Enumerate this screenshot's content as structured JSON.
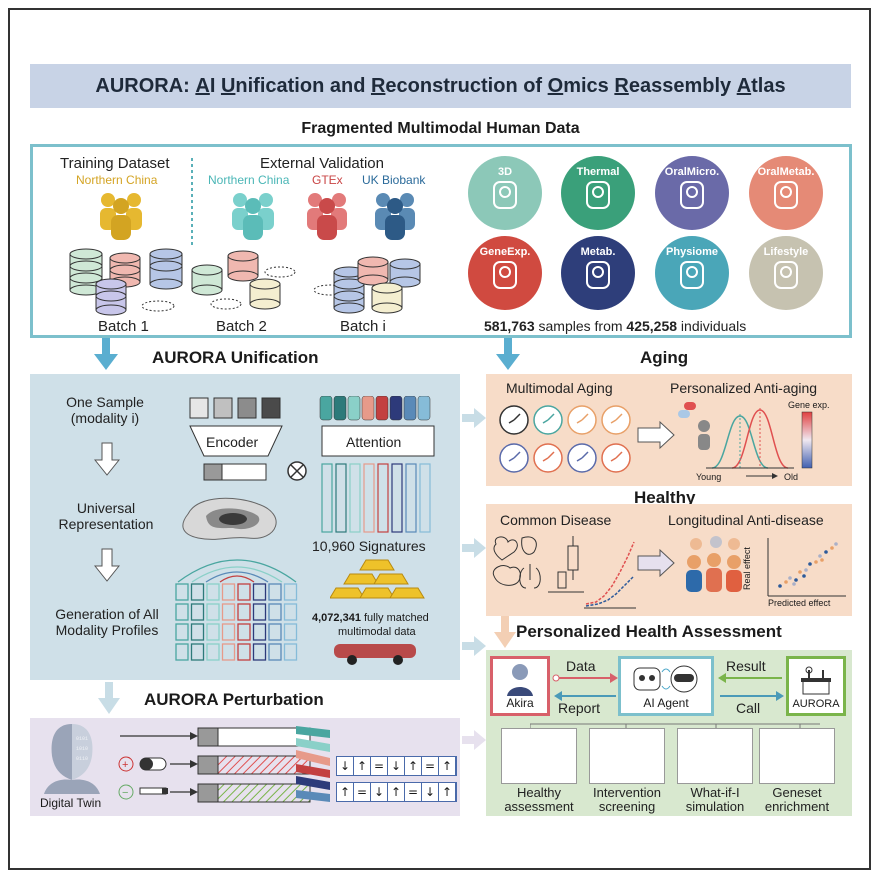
{
  "title": {
    "parts": [
      {
        "t": "AURORA: ",
        "u": false
      },
      {
        "t": "A",
        "u": true
      },
      {
        "t": "I ",
        "u": false
      },
      {
        "t": "U",
        "u": true
      },
      {
        "t": "nification and ",
        "u": false
      },
      {
        "t": "R",
        "u": true
      },
      {
        "t": "econstruction of ",
        "u": false
      },
      {
        "t": "O",
        "u": true
      },
      {
        "t": "mics ",
        "u": false
      },
      {
        "t": "R",
        "u": true
      },
      {
        "t": "eassembly ",
        "u": false
      },
      {
        "t": "A",
        "u": true
      },
      {
        "t": "tlas",
        "u": false
      }
    ]
  },
  "fragmented": {
    "heading": "Fragmented Multimodal Human Data",
    "training_label": "Training Dataset",
    "training_cohort": "Northern China",
    "external_label": "External Validation",
    "external_cohorts": [
      "Northern China",
      "GTEx",
      "UK Biobank"
    ],
    "batches": [
      "Batch 1",
      "Batch 2",
      "Batch i"
    ],
    "modalities": [
      {
        "label": "3D",
        "color": "#8cc8b8",
        "icon": "face-scan-icon"
      },
      {
        "label": "Thermal",
        "color": "#3aa07a",
        "icon": "thermal-face-icon"
      },
      {
        "label": "OralMicro.",
        "color": "#6a6aa8",
        "icon": "mouth-icon"
      },
      {
        "label": "OralMetab.",
        "color": "#e58a76",
        "icon": "molecule-icon"
      },
      {
        "label": "GeneExp.",
        "color": "#d04a40",
        "icon": "dna-icon"
      },
      {
        "label": "Metab.",
        "color": "#2e3e7a",
        "icon": "test-tube-icon"
      },
      {
        "label": "Physiome",
        "color": "#4aa6b8",
        "icon": "stethoscope-icon"
      },
      {
        "label": "Lifestyle",
        "color": "#c6c2b0",
        "icon": "clipboard-icon"
      }
    ],
    "samples_count": "581,763",
    "samples_text": " samples from ",
    "individuals_count": "425,258",
    "individuals_text": " individuals"
  },
  "unification": {
    "heading": "AURORA Unification",
    "step1": "One Sample\n(modality i)",
    "step2": "Universal\nRepresentation",
    "step3": "Generation of All\nModality Profiles",
    "encoder": "Encoder",
    "attention": "Attention",
    "signatures": "10,960 Signatures",
    "matched_count": "4,072,341",
    "matched_text": " fully matched",
    "matched_text2": "multimodal data"
  },
  "perturbation": {
    "heading": "AURORA Perturbation",
    "digital_twin": "Digital Twin",
    "row1": [
      "↓",
      "↑",
      "=",
      "↓",
      "↑",
      "=",
      "↑"
    ],
    "row2": [
      "↑",
      "=",
      "↓",
      "↑",
      "=",
      "↓",
      "↑"
    ]
  },
  "aging": {
    "heading": "Aging",
    "left": "Multimodal Aging",
    "right": "Personalized Anti-aging",
    "gene_exp": "Gene exp.",
    "young": "Young",
    "old": "Old"
  },
  "healthy": {
    "heading": "Healthy",
    "left": "Common Disease",
    "right": "Longitudinal Anti-disease",
    "real_effect": "Real effect",
    "predicted_effect": "Predicted effect"
  },
  "pha": {
    "heading": "Personalized Health Assessment",
    "user": "Akira",
    "agent": "AI Agent",
    "aurora": "AURORA",
    "data": "Data",
    "report": "Report",
    "result": "Result",
    "call": "Call",
    "tools": [
      {
        "l1": "Healthy",
        "l2": "assessment",
        "icon": "report-icon"
      },
      {
        "l1": "Intervention",
        "l2": "screening",
        "icon": "pill-icon"
      },
      {
        "l1": "What-if-I",
        "l2": "simulation",
        "icon": "curve-icon"
      },
      {
        "l1": "Geneset",
        "l2": "enrichment",
        "icon": "network-icon"
      }
    ]
  },
  "colors": {
    "unif_bg": "#cfe0e8",
    "pert_bg": "#e7e1ee",
    "aging_bg": "#f7dcc8",
    "pha_bg": "#d8e8cf",
    "arrow_blue": "#5aaed0",
    "border_teal": "#7cc0cc"
  }
}
